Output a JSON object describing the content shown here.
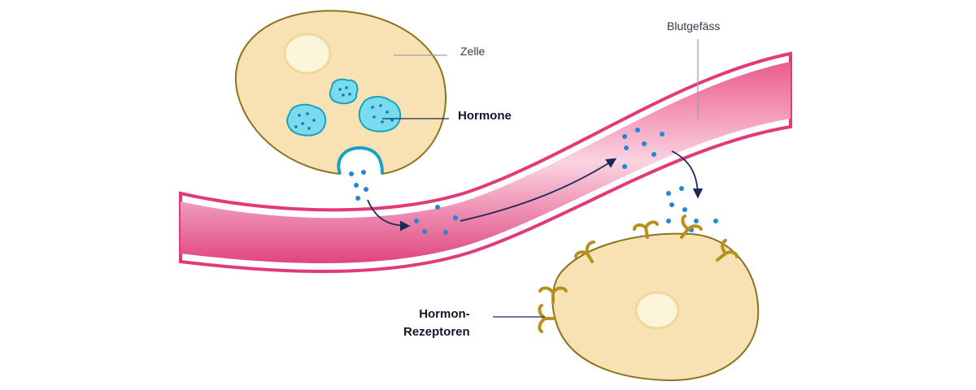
{
  "labels": {
    "cell": "Zelle",
    "vessel": "Blutgefäss",
    "hormones": "Hormone",
    "receptors_line1": "Hormon-",
    "receptors_line2": "Rezeptoren"
  },
  "colors": {
    "cell_fill": "#f8e2b4",
    "cell_outline": "#8a7420",
    "nucleus": "#fdf4dc",
    "vesicle_fill": "#78dcec",
    "vesicle_outline": "#1aa0c0",
    "hormone_dot": "#1e88d8",
    "vessel_outer": "#e03a78",
    "vessel_inner": "#f7c6d8",
    "receptor": "#b8901c",
    "arrow": "#1c2a5a",
    "leader_line": "#9aa0aa"
  }
}
